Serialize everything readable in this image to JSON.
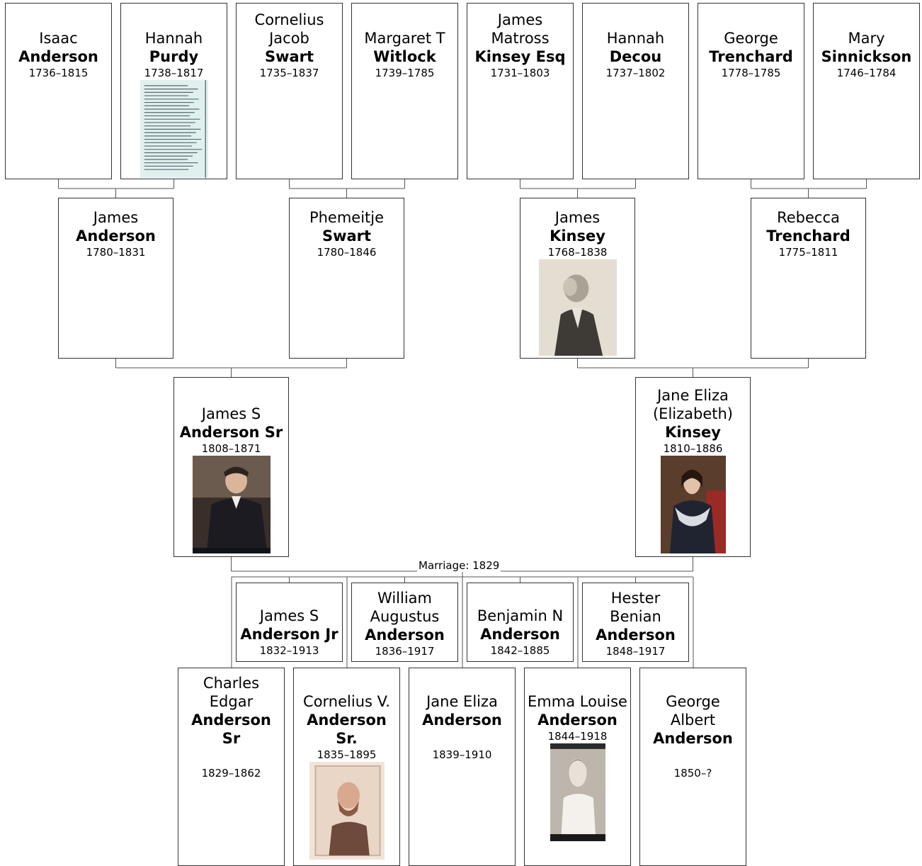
{
  "marriage_label": "Marriage: 1829",
  "people": [
    {
      "id": "isaac",
      "given": "Isaac",
      "surname": "Anderson",
      "years": "1736–1815"
    },
    {
      "id": "hannah_p",
      "given": "Hannah",
      "surname": "Purdy",
      "years": "1738–1817",
      "photo": "document"
    },
    {
      "id": "cornelius_j",
      "given": "Cornelius Jacob",
      "surname": "Swart",
      "years": "1735–1837"
    },
    {
      "id": "margaret",
      "given": "Margaret T",
      "surname": "Witlock",
      "years": "1739–1785"
    },
    {
      "id": "james_m",
      "given": "James Matross",
      "surname": "Kinsey Esq",
      "years": "1731–1803"
    },
    {
      "id": "hannah_d",
      "given": "Hannah",
      "surname": "Decou",
      "years": "1737–1802"
    },
    {
      "id": "george_t",
      "given": "George",
      "surname": "Trenchard",
      "years": "1778–1785"
    },
    {
      "id": "mary",
      "given": "Mary",
      "surname": "Sinnickson",
      "years": "1746–1784"
    },
    {
      "id": "james_a",
      "given": "James",
      "surname": "Anderson",
      "years": "1780–1831"
    },
    {
      "id": "phemeitje",
      "given": "Phemeitje",
      "surname": "Swart",
      "years": "1780–1846"
    },
    {
      "id": "james_k",
      "given": "James",
      "surname": "Kinsey",
      "years": "1768–1838",
      "photo": "engraving"
    },
    {
      "id": "rebecca",
      "given": "Rebecca",
      "surname": "Trenchard",
      "years": "1775–1811"
    },
    {
      "id": "james_s",
      "given": "James S",
      "surname": "Anderson Sr",
      "years": "1808–1871",
      "photo": "portrait-man"
    },
    {
      "id": "jane_k",
      "given": "Jane Eliza (Elizabeth)",
      "surname": "Kinsey",
      "years": "1810–1886",
      "photo": "portrait-woman"
    },
    {
      "id": "james_jr",
      "given": "James S",
      "surname": "Anderson Jr",
      "years": "1832–1913"
    },
    {
      "id": "william",
      "given": "William Augustus",
      "surname": "Anderson",
      "years": "1836–1917"
    },
    {
      "id": "benjamin",
      "given": "Benjamin N",
      "surname": "Anderson",
      "years": "1842–1885"
    },
    {
      "id": "hester",
      "given": "Hester Benian",
      "surname": "Anderson",
      "years": "1848–1917"
    },
    {
      "id": "charles",
      "given": "Charles Edgar",
      "surname": "Anderson Sr",
      "years": "1829–1862"
    },
    {
      "id": "cornelius_v",
      "given": "Cornelius V.",
      "surname": "Anderson Sr.",
      "years": "1835–1895",
      "photo": "photo-man"
    },
    {
      "id": "jane_a",
      "given": "Jane Eliza",
      "surname": "Anderson",
      "years": "1839–1910"
    },
    {
      "id": "emma",
      "given": "Emma Louise",
      "surname": "Anderson",
      "years": "1844–1918",
      "photo": "photo-woman"
    },
    {
      "id": "george_a",
      "given": "George Albert",
      "surname": "Anderson",
      "years": "1850–?"
    }
  ]
}
